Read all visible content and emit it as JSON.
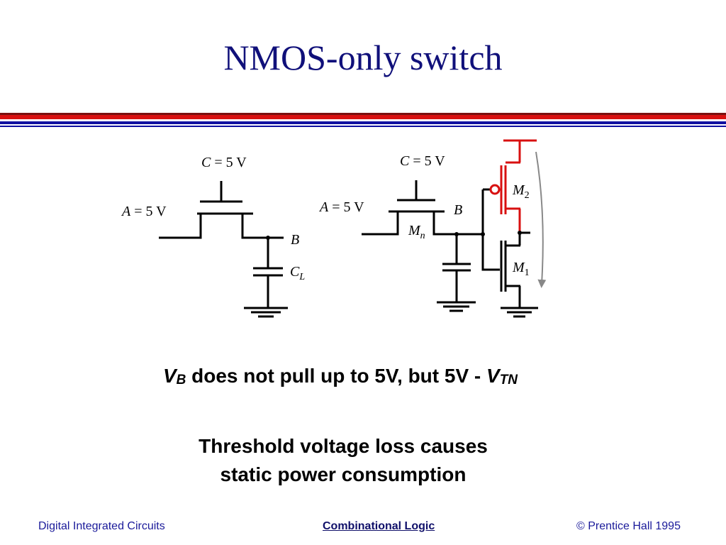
{
  "slide": {
    "title": "NMOS-only switch"
  },
  "circuit_left": {
    "gate_label": {
      "var": "C",
      "eq": " = 5 V"
    },
    "input_label": {
      "var": "A",
      "eq": " = 5 V"
    },
    "output_label": "B",
    "cap_label": {
      "var": "C",
      "sub": "L"
    }
  },
  "circuit_right": {
    "gate_label": {
      "var": "C",
      "eq": " = 5 V"
    },
    "input_label": {
      "var": "A",
      "eq": " = 5 V"
    },
    "output_label": "B",
    "pass_transistor": {
      "var": "M",
      "sub": "n"
    },
    "pmos": {
      "var": "M",
      "sub": "2"
    },
    "nmos": {
      "var": "M",
      "sub": "1"
    }
  },
  "statement": {
    "v1": "V",
    "v1_sub": "B",
    "middle": " does not pull up to 5V, but 5V - ",
    "v2": "V",
    "v2_sub": "TN"
  },
  "note": {
    "line1": "Threshold voltage loss causes",
    "line2": "static power consumption"
  },
  "footer": {
    "left": "Digital Integrated Circuits",
    "center": "Combinational Logic",
    "right": "© Prentice Hall 1995"
  },
  "colors": {
    "title": "#10107a",
    "rule_top": "#7a1010",
    "rule_mid": "#d81010",
    "rule_bottom": "#1010a0",
    "pmos_highlight": "#d81010",
    "leakage_arrow": "#888888"
  }
}
